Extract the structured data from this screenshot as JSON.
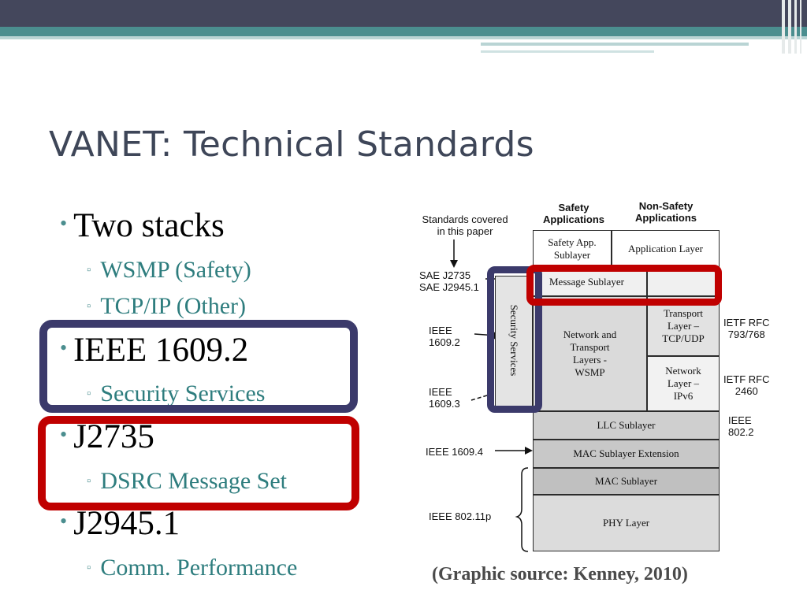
{
  "slide": {
    "title": "VANET: Technical Standards",
    "caption": "(Graphic source: Kenney, 2010)"
  },
  "bullets": [
    {
      "text": "Two stacks",
      "subs": [
        "WSMP (Safety)",
        "TCP/IP (Other)"
      ]
    },
    {
      "text": "IEEE 1609.2",
      "subs": [
        "Security Services"
      ]
    },
    {
      "text": "J2735",
      "subs": [
        "DSRC Message Set"
      ]
    },
    {
      "text": "J2945.1",
      "subs": [
        "Comm. Performance"
      ]
    }
  ],
  "colors": {
    "header_dark": "#44475c",
    "header_teal": "#4b8e8f",
    "title_text": "#3e4658",
    "sub_text": "#2e7d7e",
    "highlight_navy": "#3b3a6b",
    "highlight_red": "#c00000"
  },
  "diagram": {
    "headers": {
      "safety": "Safety\nApplications",
      "non_safety": "Non-Safety\nApplications"
    },
    "note": "Standards covered\nin this paper",
    "left_labels": {
      "sae": "SAE J2735\nSAE J2945.1",
      "ieee_1609_2": "IEEE\n1609.2",
      "ieee_1609_3": "IEEE\n1609.3",
      "ieee_1609_4": "IEEE 1609.4",
      "ieee_80211p": "IEEE 802.11p"
    },
    "right_labels": {
      "rfc_793": "IETF RFC\n793/768",
      "rfc_2460": "IETF RFC\n2460",
      "ieee_8022": "IEEE\n802.2"
    },
    "cells": {
      "safety_app": "Safety App.\nSublayer",
      "app_layer": "Application Layer",
      "msg_sublayer": "Message Sublayer",
      "security": "Security Services",
      "net_transport": "Network and\nTransport\nLayers -\nWSMP",
      "transport": "Transport\nLayer –\nTCP/UDP",
      "network": "Network\nLayer –\nIPv6",
      "llc": "LLC Sublayer",
      "mac_ext": "MAC Sublayer Extension",
      "mac": "MAC Sublayer",
      "phy": "PHY Layer"
    }
  }
}
